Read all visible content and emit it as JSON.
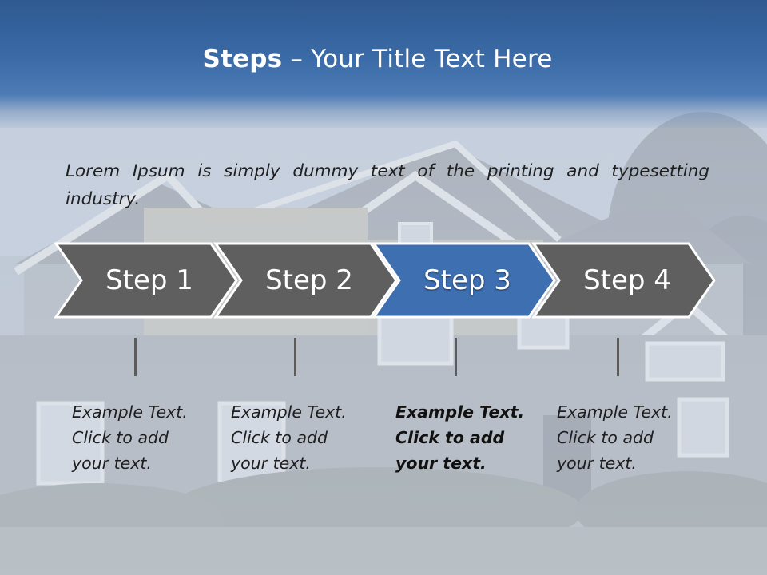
{
  "title": {
    "bold": "Steps",
    "rest": " – Your Title Text Here"
  },
  "intro": "Lorem Ipsum is simply dummy text of the printing and typesetting industry.",
  "steps": [
    {
      "label": "Step 1",
      "lines": [
        "Example Text.",
        "Click  to add",
        "your text."
      ],
      "active": false
    },
    {
      "label": "Step 2",
      "lines": [
        "Example Text.",
        "Click  to add",
        "your text."
      ],
      "active": false
    },
    {
      "label": "Step 3",
      "lines": [
        "Example Text.",
        "Click  to add",
        "your text."
      ],
      "active": true
    },
    {
      "label": "Step 4",
      "lines": [
        "Example Text.",
        "Click  to add",
        "your text."
      ],
      "active": false
    }
  ],
  "colors": {
    "chevron": "#5f5f5f",
    "chevron_active": "#3e6fb0",
    "title_band": "#3a6aa6"
  }
}
